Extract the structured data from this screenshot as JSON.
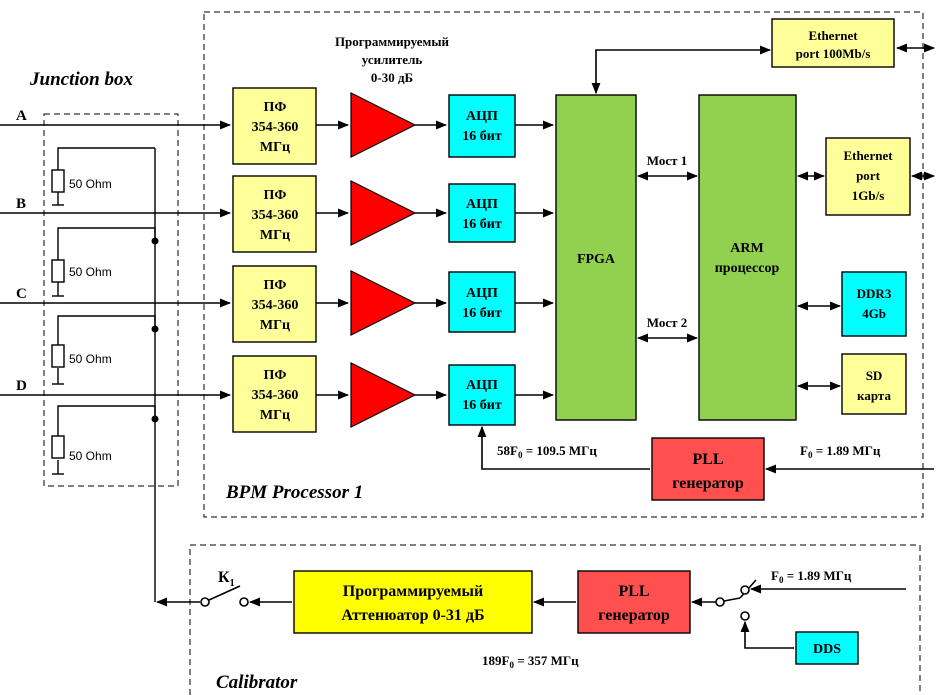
{
  "colors": {
    "filter": "#ffff99",
    "adc": "#00ffff",
    "fpga": "#92d050",
    "pll": "#ff5050",
    "amplifier": "#ff0000",
    "attenuator": "#ffff00"
  },
  "labels": {
    "junction_box": "Junction box",
    "bpm_processor": "BPM Processor 1",
    "calibrator": "Calibrator",
    "amp_title_1": "Программируемый",
    "amp_title_2": "усилитель",
    "amp_title_3": "0-30 дБ"
  },
  "inputs": [
    "A",
    "B",
    "C",
    "D"
  ],
  "resistor_label": "50 Ohm",
  "filter": {
    "line1": "ПФ",
    "line2": "354-360",
    "line3": "МГц"
  },
  "adc": {
    "line1": "АЦП",
    "line2": "16 бит"
  },
  "fpga": "FPGA",
  "arm": {
    "line1": "ARM",
    "line2": "процессор"
  },
  "bridge1": "Мост 1",
  "bridge2": "Мост 2",
  "eth100": {
    "line1": "Ethernet",
    "line2": "port 100Mb/s"
  },
  "eth1g": {
    "line1": "Ethernet",
    "line2": "port",
    "line3": "1Gb/s"
  },
  "ddr": {
    "line1": "DDR3",
    "line2": "4Gb"
  },
  "sd": {
    "line1": "SD",
    "line2": "карта"
  },
  "pll1": {
    "line1": "PLL",
    "line2": "генератор"
  },
  "pll2": {
    "line1": "PLL",
    "line2": "генератор"
  },
  "freq_58": {
    "pre": "58F",
    "sub": "0",
    "post": " = 109.5 МГц"
  },
  "freq_f0_top": {
    "pre": "F",
    "sub": "0",
    "post": " = 1.89 МГц"
  },
  "freq_f0_bottom": {
    "pre": "F",
    "sub": "0",
    "post": " = 1.89 МГц"
  },
  "freq_189": {
    "pre": "189F",
    "sub": "0",
    "post": " = 357 МГц"
  },
  "switch": {
    "pre": "К",
    "sub": "1"
  },
  "attenuator": {
    "line1": "Программируемый",
    "line2": "Аттенюатор 0-31 дБ"
  },
  "dds": "DDS"
}
